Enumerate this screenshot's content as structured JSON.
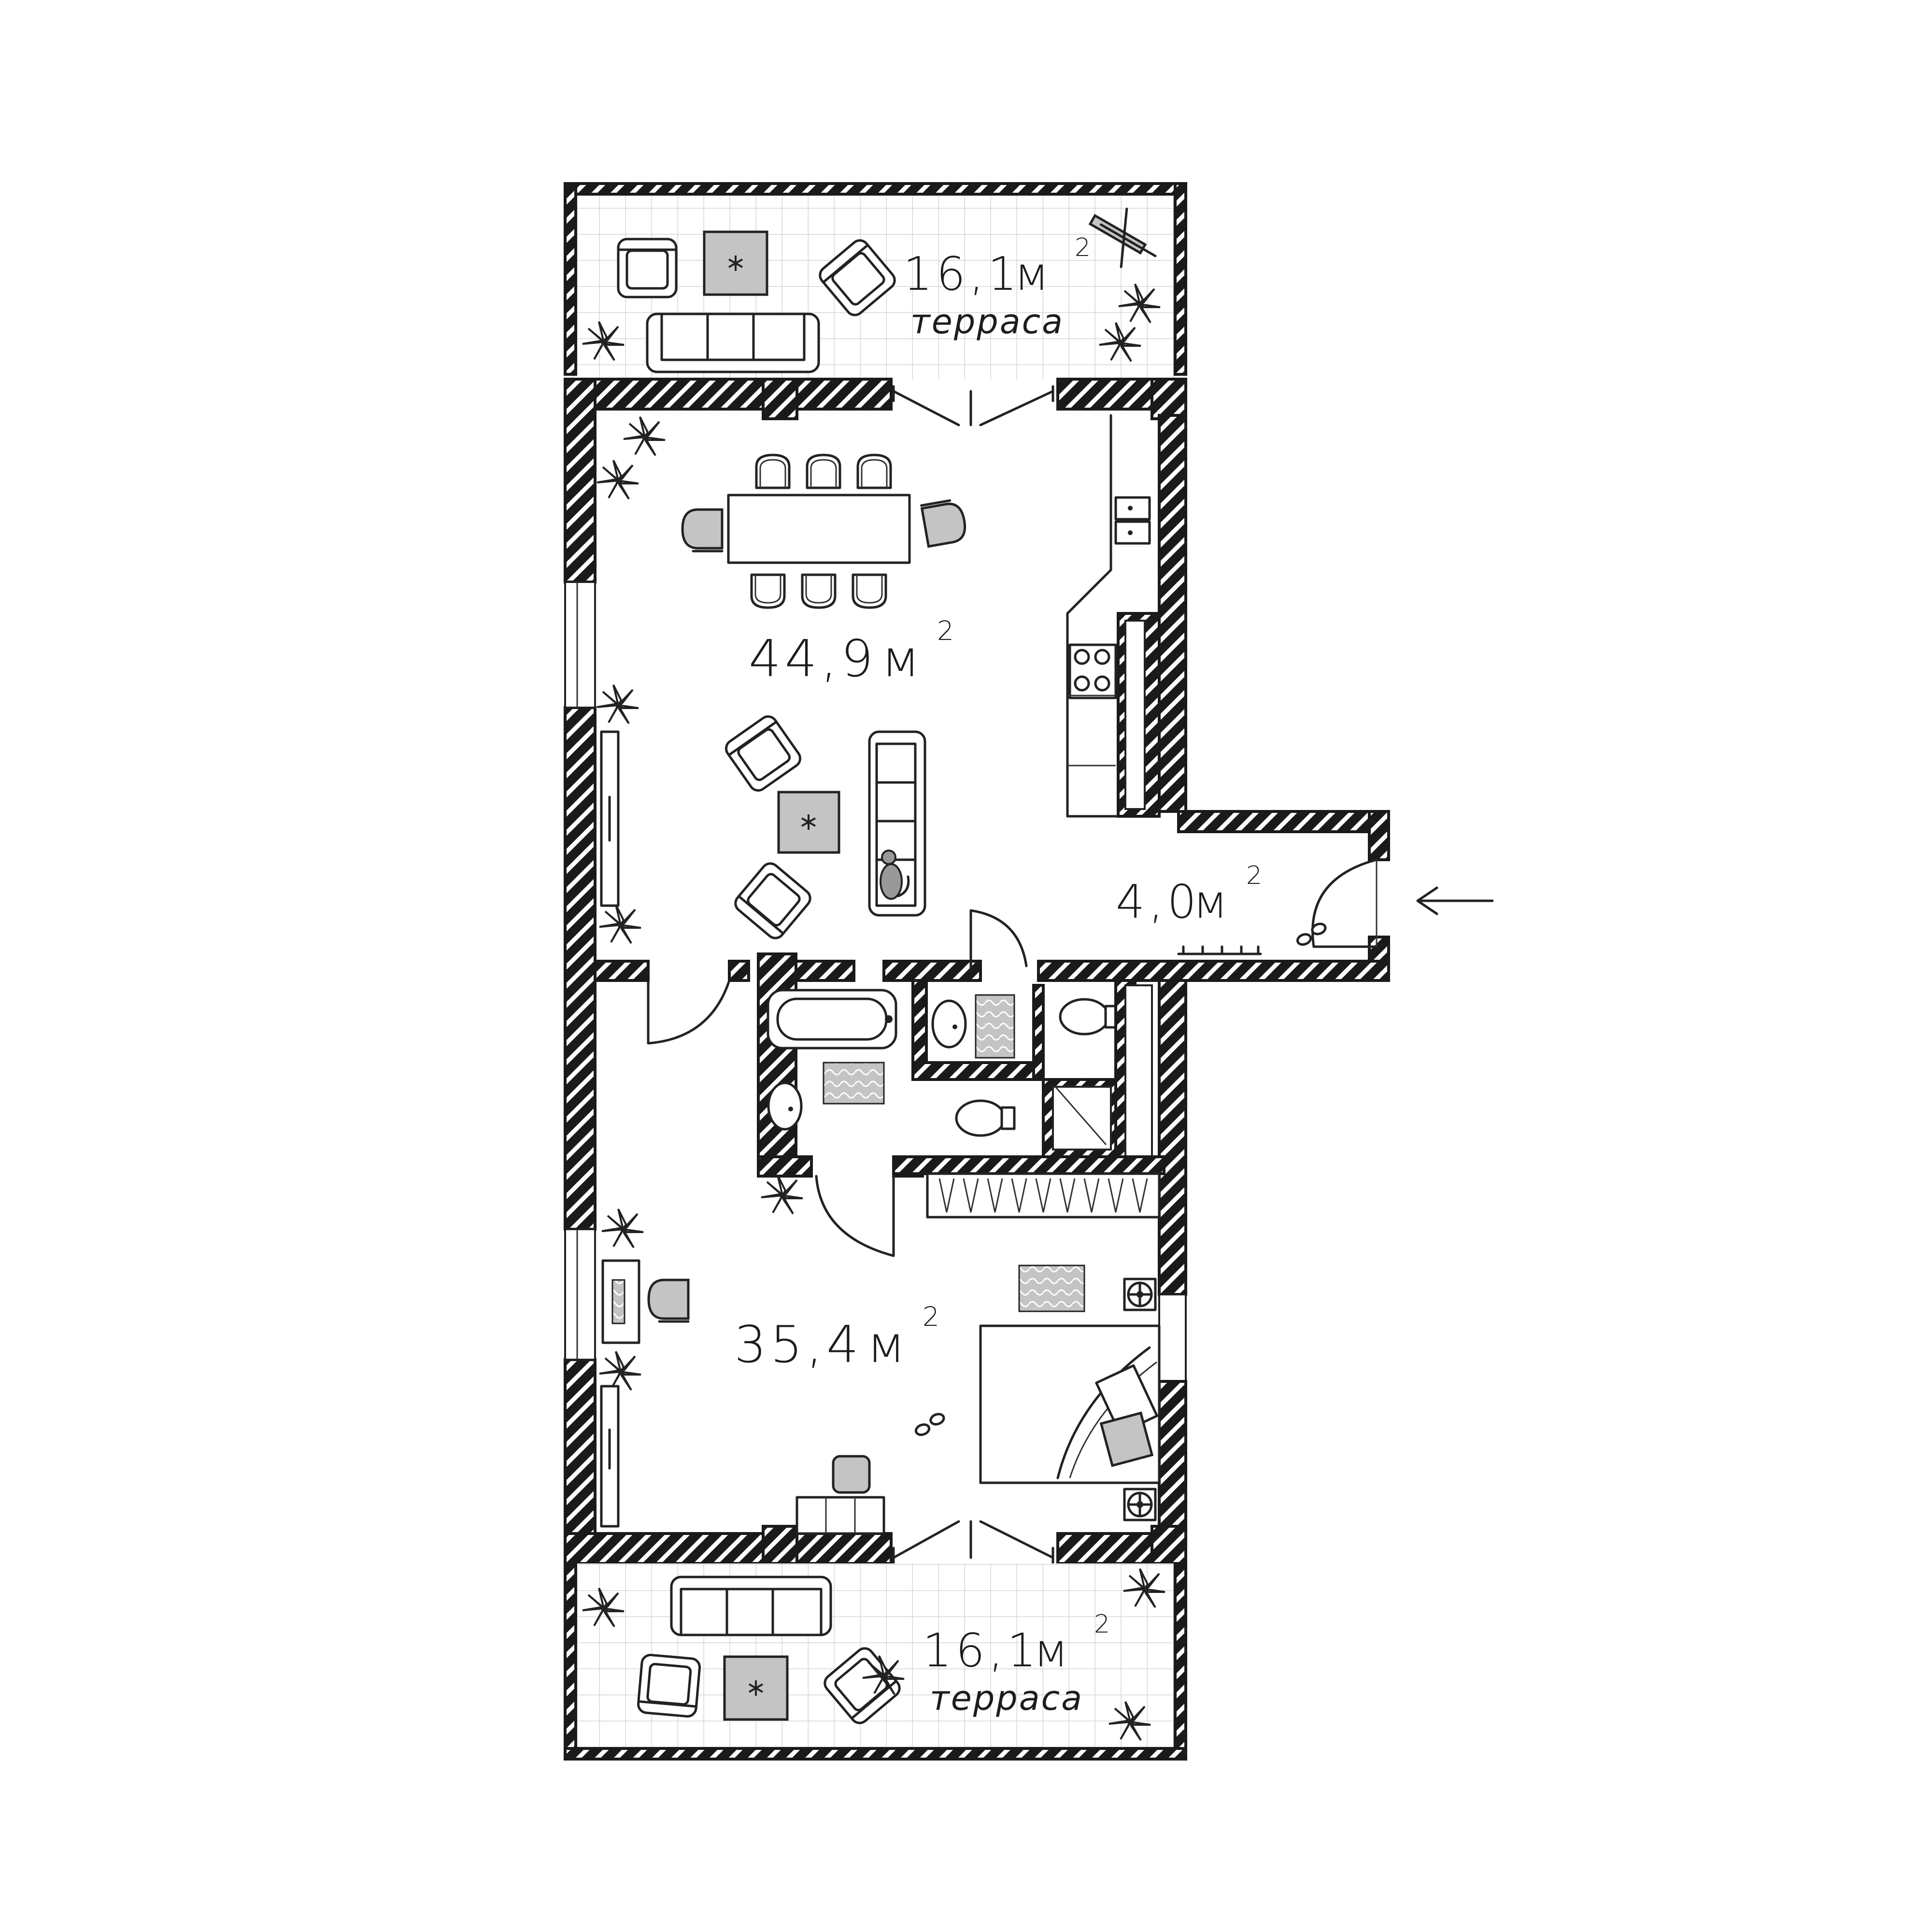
{
  "colors": {
    "wall": "#1a1a1a",
    "hatch_light": "#ffffff",
    "rug": "#c4c4c4",
    "tile_grid": "#d6d6d6",
    "ink": "#222222"
  },
  "rooms": {
    "terrace_top": {
      "area": "16,1",
      "unit": "м",
      "power": "2",
      "name": "терраса"
    },
    "living": {
      "area": "44,9",
      "unit": "м",
      "power": "2"
    },
    "hall": {
      "area": "4,0",
      "unit": "м",
      "power": "2"
    },
    "bedroom": {
      "area": "35,4",
      "unit": "м",
      "power": "2"
    },
    "terrace_bottom": {
      "area": "16,1",
      "unit": "м",
      "power": "2",
      "name": "терраса"
    }
  },
  "icons": [
    "entrance-arrow-icon",
    "plant-icon",
    "armchair-icon",
    "sofa-icon",
    "rug-icon",
    "bathtub-icon",
    "toilet-icon",
    "sink-icon",
    "stove-icon",
    "cat-icon",
    "slippers-icon",
    "bed-icon",
    "desk-icon",
    "lamp-icon",
    "shower-icon",
    "wardrobe-icon",
    "tv-unit-icon"
  ]
}
